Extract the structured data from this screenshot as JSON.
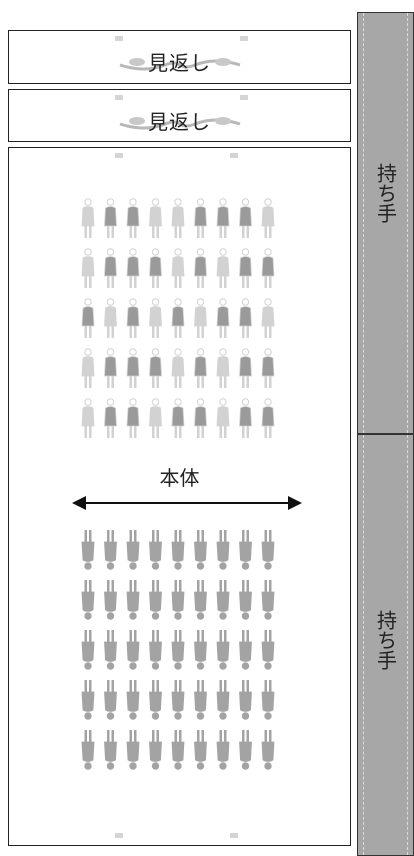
{
  "labels": {
    "mikaeshi_top": "見返し",
    "mikaeshi_bottom": "見返し",
    "body": "本体",
    "handle_top": "持ち手",
    "handle_bottom": "持ち手"
  },
  "colors": {
    "outline": "#222222",
    "handle_fill": "#a7a7a7",
    "figure_light": "#d2d2d2",
    "figure_dark": "#9a9a9a",
    "figure_shadow": "#a3a3a3"
  },
  "icons": {
    "arrow": "double-headed-arrow"
  }
}
